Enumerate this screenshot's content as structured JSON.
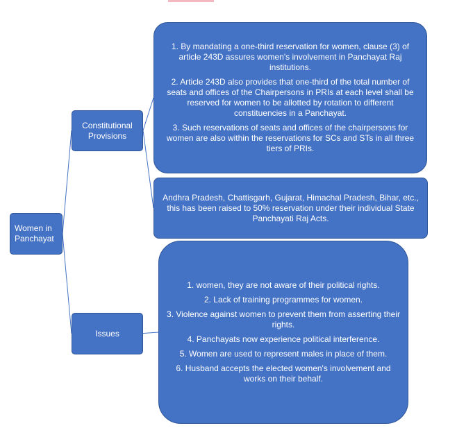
{
  "root": {
    "label_line1": "Women in",
    "label_line2": "Panchayat"
  },
  "constitutional": {
    "label": "Constitutional Provisions",
    "points": [
      "1. By mandating a one-third reservation for women, clause (3) of article 243D assures women's involvement in Panchayat Raj institutions.",
      "2. Article 243D also provides that one-third of the total number of seats and offices of the Chairpersons in PRIs at each level shall be reserved for women to be allotted by rotation to different constituencies in a Panchayat.",
      "3. Such reservations of seats and offices of the chairpersons for women are also within the reservations for SCs and STs in all three tiers of PRIs."
    ],
    "states_note": "Andhra Pradesh, Chattisgarh, Gujarat, Himachal Pradesh, Bihar, etc., this has been raised to 50% reservation under their individual State Panchayati Raj Acts."
  },
  "issues": {
    "label": "Issues",
    "points": [
      "1. women, they are not aware of their political rights.",
      "2. Lack of training programmes for women.",
      "3. Violence against women to prevent them from asserting their rights.",
      "4. Panchayats now experience political interference.",
      "5. Women are used to represent males in place of them.",
      "6. Husband accepts the elected women's involvement and works on their behalf."
    ]
  },
  "colors": {
    "node_fill": "#4472c4",
    "node_border": "#2f5597",
    "connector": "#4472c4",
    "text": "#ffffff"
  }
}
